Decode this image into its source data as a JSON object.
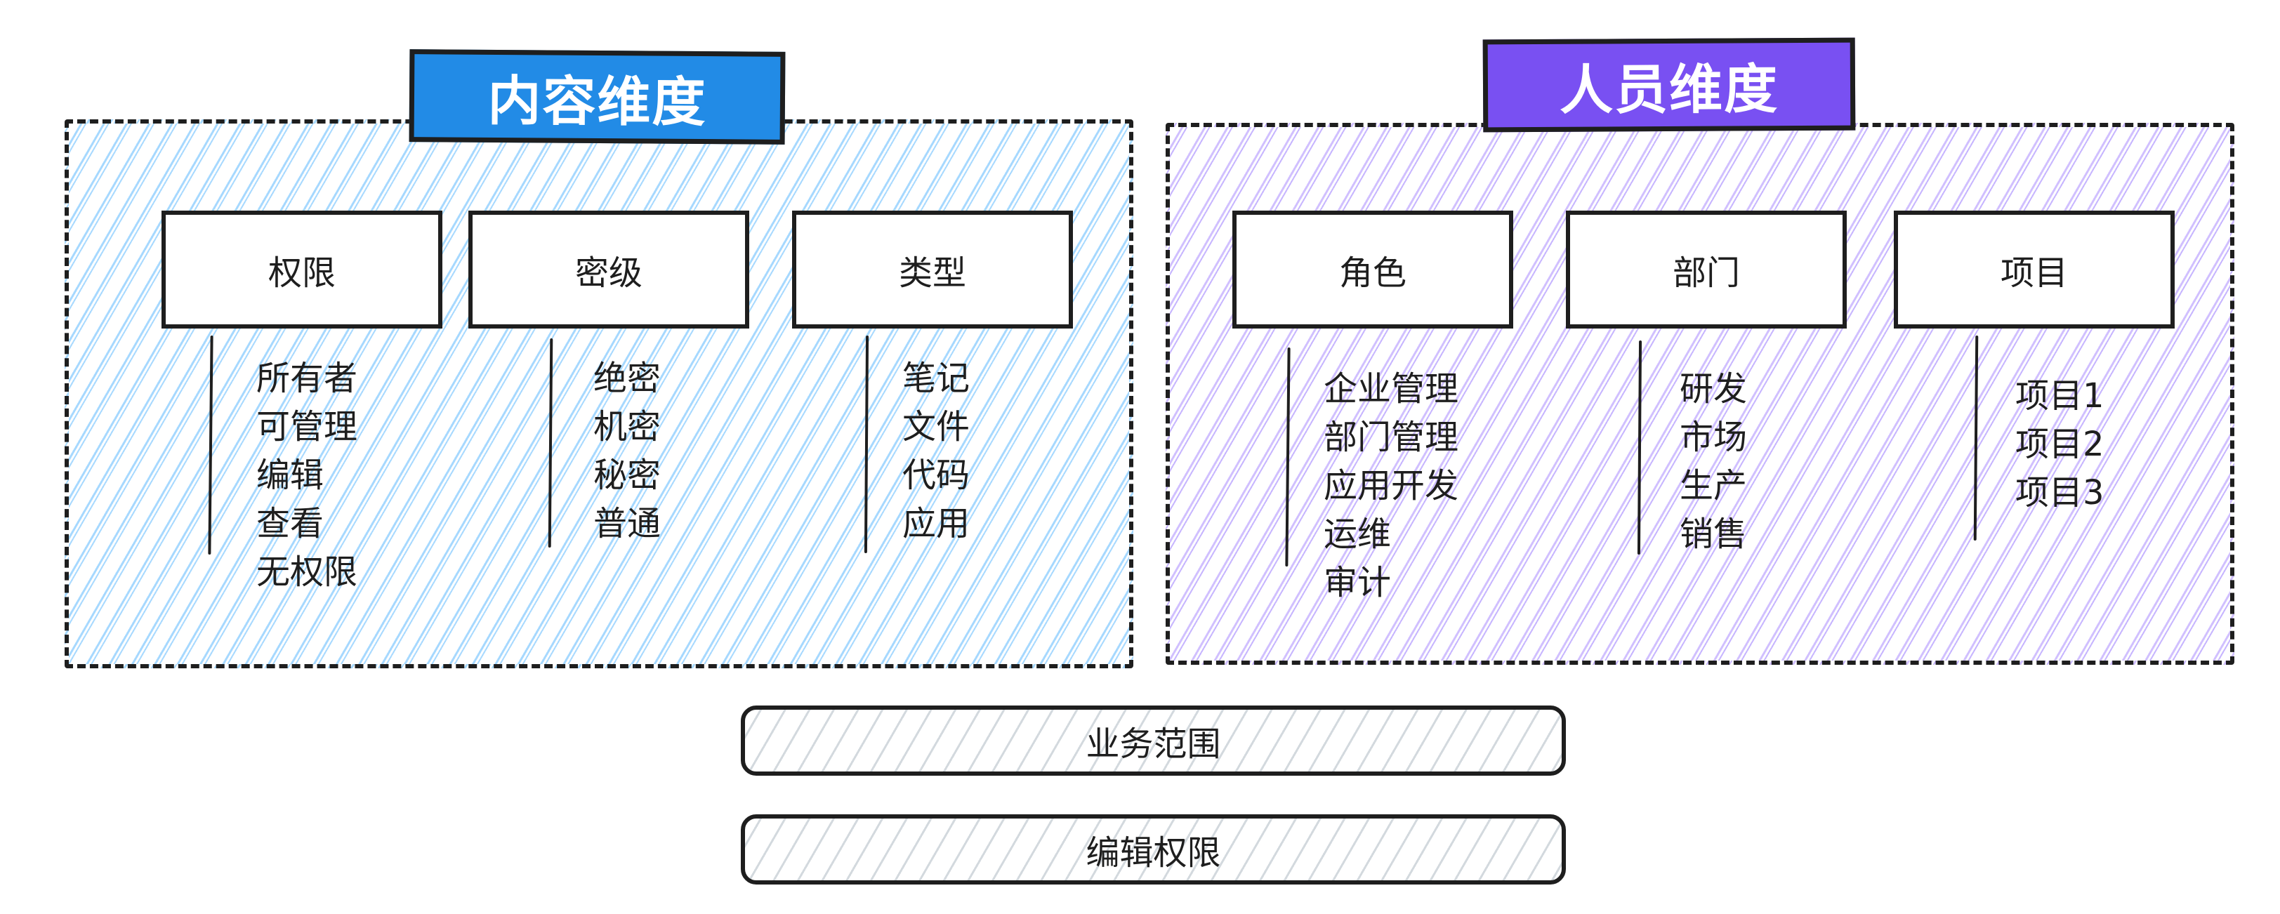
{
  "content_dimension": {
    "title": "内容维度",
    "accent_color": "#228be6",
    "hatch_color": "#a5d8ff",
    "categories": [
      {
        "label": "权限",
        "items": [
          "所有者",
          "可管理",
          "编辑",
          "查看",
          "无权限"
        ]
      },
      {
        "label": "密级",
        "items": [
          "绝密",
          "机密",
          "秘密",
          "普通"
        ]
      },
      {
        "label": "类型",
        "items": [
          "笔记",
          "文件",
          "代码",
          "应用"
        ]
      }
    ]
  },
  "people_dimension": {
    "title": "人员维度",
    "accent_color": "#7950f2",
    "hatch_color": "#d0bfff",
    "categories": [
      {
        "label": "角色",
        "items": [
          "企业管理",
          "部门管理",
          "应用开发",
          "运维",
          "审计"
        ]
      },
      {
        "label": "部门",
        "items": [
          "研发",
          "市场",
          "生产",
          "销售"
        ]
      },
      {
        "label": "项目",
        "items": [
          "项目1",
          "项目2",
          "项目3"
        ]
      }
    ]
  },
  "bottom_bars": [
    {
      "label": "业务范围"
    },
    {
      "label": "编辑权限"
    }
  ]
}
